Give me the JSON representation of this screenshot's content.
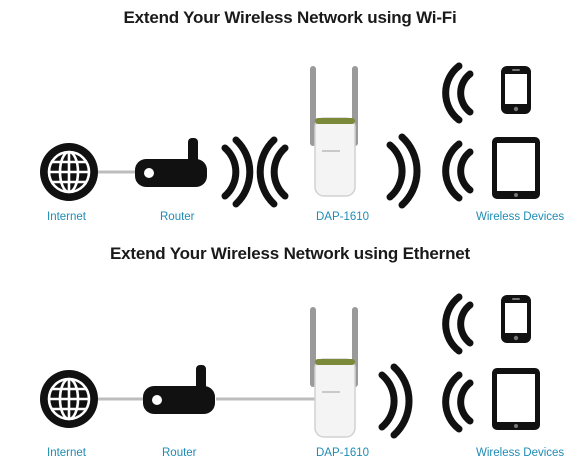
{
  "sections": [
    {
      "title": "Extend Your Wireless Network using Wi-Fi",
      "labels": {
        "internet": "Internet",
        "router": "Router",
        "extender": "DAP-1610",
        "devices": "Wireless Devices"
      }
    },
    {
      "title": "Extend Your Wireless Network using Ethernet",
      "labels": {
        "internet": "Internet",
        "router": "Router",
        "extender": "DAP-1610",
        "devices": "Wireless Devices"
      }
    }
  ],
  "colors": {
    "label": "#1e8cb4",
    "icon": "#111111",
    "cable": "#bdbdbd",
    "extender_body": "#f4f4f4",
    "extender_trim": "#7a8a3a"
  }
}
